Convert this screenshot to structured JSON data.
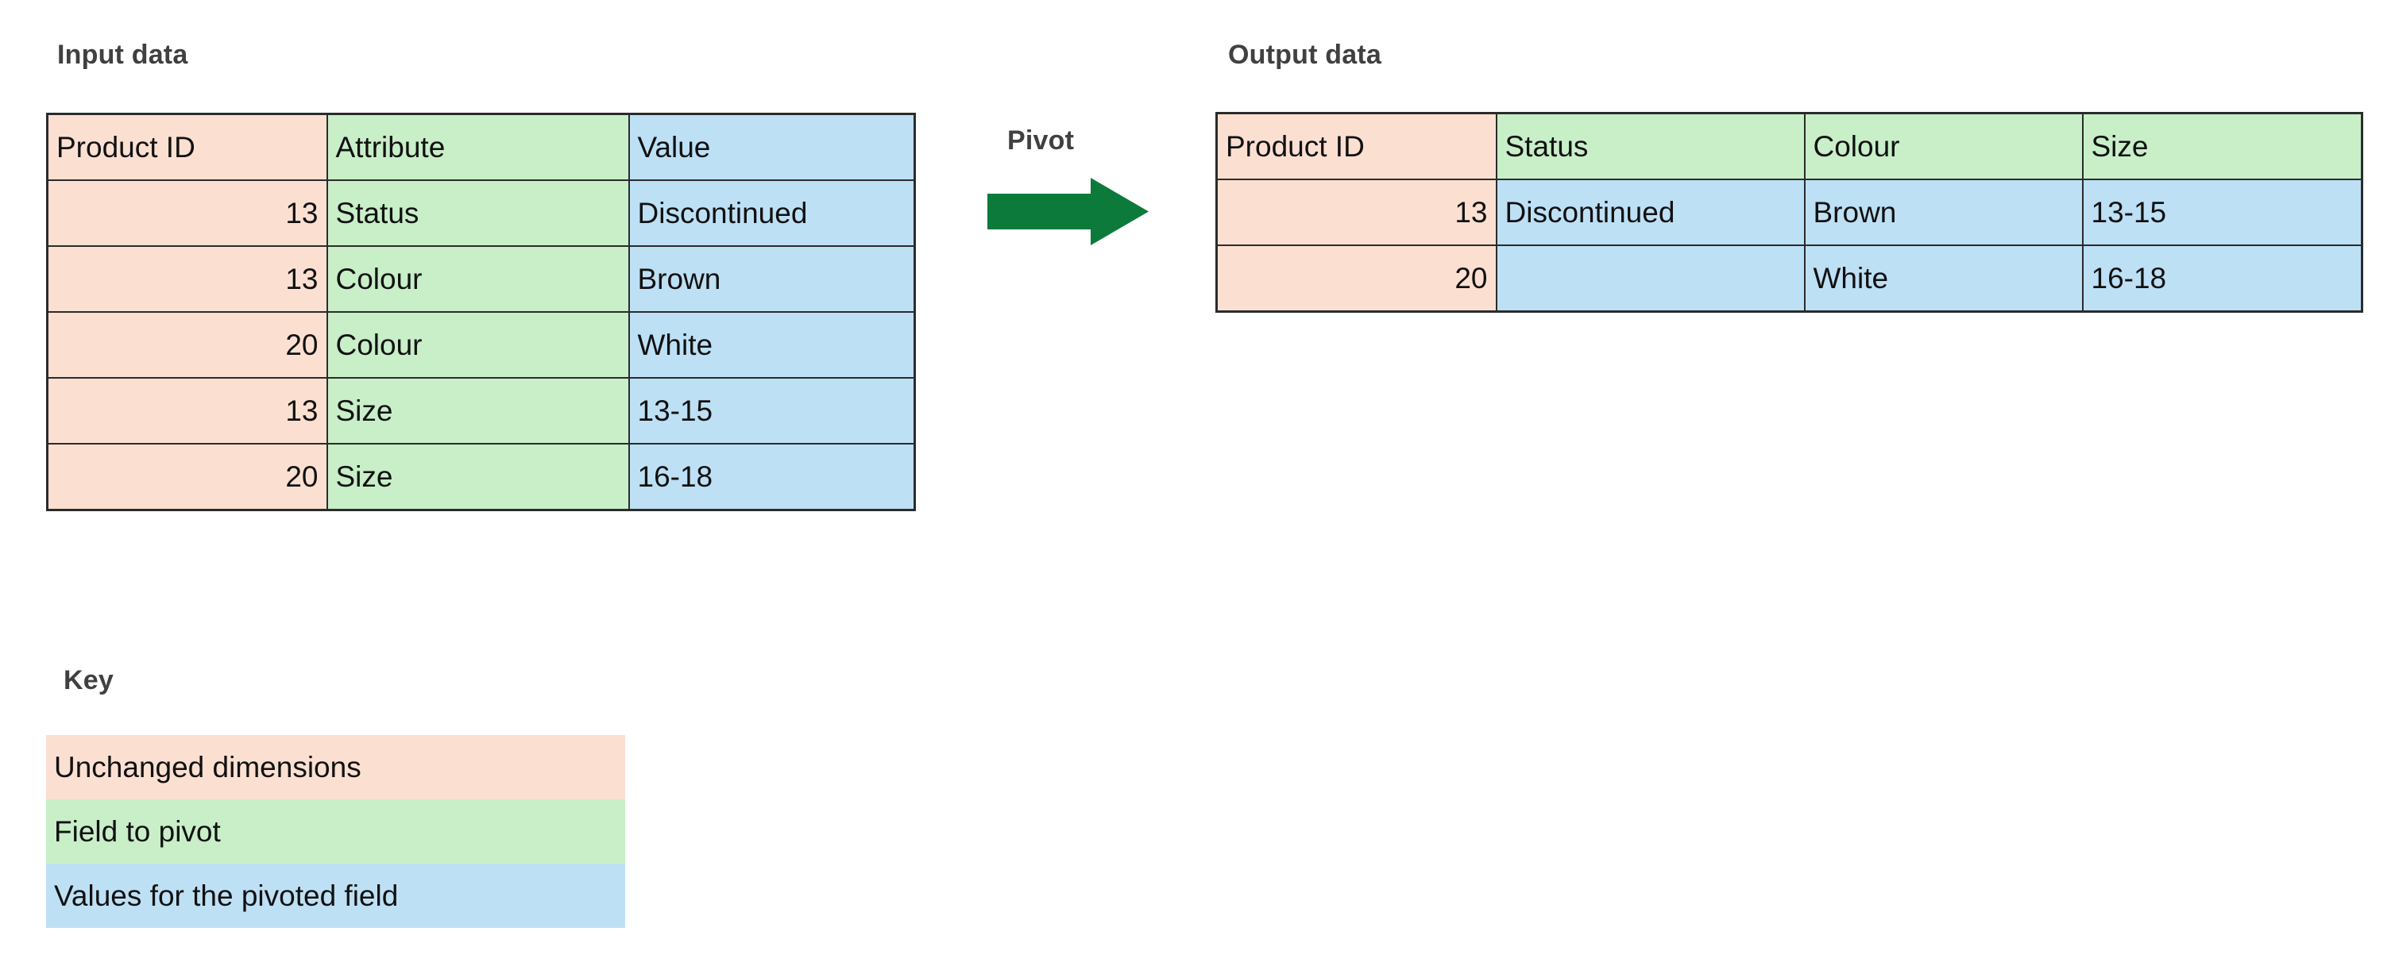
{
  "titles": {
    "input": "Input data",
    "output": "Output data",
    "key": "Key"
  },
  "pivot": {
    "label": "Pivot",
    "arrow_icon": "right-arrow-icon",
    "arrow_color": "#0c7a3b"
  },
  "colors": {
    "unchanged_dimensions": "#fbe0d2",
    "field_to_pivot": "#c8efc8",
    "pivoted_values": "#bde0f5",
    "border": "#2b2b2b",
    "title_text": "#404040"
  },
  "input_table": {
    "headers": [
      "Product ID",
      "Attribute",
      "Value"
    ],
    "rows": [
      [
        "13",
        "Status",
        "Discontinued"
      ],
      [
        "13",
        "Colour",
        "Brown"
      ],
      [
        "20",
        "Colour",
        "White"
      ],
      [
        "13",
        "Size",
        "13-15"
      ],
      [
        "20",
        "Size",
        "16-18"
      ]
    ]
  },
  "output_table": {
    "headers": [
      "Product ID",
      "Status",
      "Colour",
      "Size"
    ],
    "rows": [
      [
        "13",
        "Discontinued",
        "Brown",
        "13-15"
      ],
      [
        "20",
        "",
        "White",
        "16-18"
      ]
    ]
  },
  "key": {
    "items": [
      {
        "label": "Unchanged dimensions",
        "swatch": "#fbe0d2"
      },
      {
        "label": "Field to pivot",
        "swatch": "#c8efc8"
      },
      {
        "label": "Values for the pivoted field",
        "swatch": "#bde0f5"
      }
    ]
  }
}
